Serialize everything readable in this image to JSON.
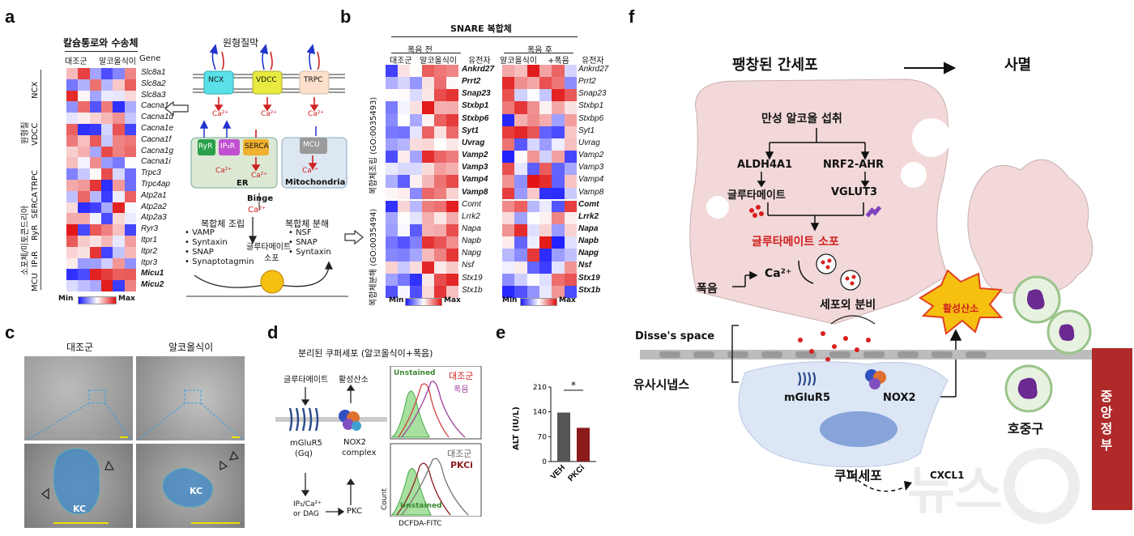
{
  "panels": {
    "a": "a",
    "b": "b",
    "c": "c",
    "d": "d",
    "e": "e",
    "f": "f"
  },
  "a": {
    "title": "칼슘통로와 수송체",
    "col_control": "대조군",
    "col_alcohol": "알코올식이",
    "col_gene": "Gene",
    "groups": [
      "NCX",
      "VDCC",
      "TRPC",
      "SERCA",
      "RyR",
      "IP₃R",
      "MCU"
    ],
    "vertical_labels": {
      "membrane": "원형질",
      "organelle": "소포체/미토콘드리아"
    },
    "genes": [
      {
        "name": "Slc8a1",
        "bold": false
      },
      {
        "name": "Slc8a2",
        "bold": false
      },
      {
        "name": "Slc8a3",
        "bold": false
      },
      {
        "name": "Cacna1a",
        "bold": false
      },
      {
        "name": "Cacna1d",
        "bold": false
      },
      {
        "name": "Cacna1e",
        "bold": false
      },
      {
        "name": "Cacna1f",
        "bold": false
      },
      {
        "name": "Cacna1g",
        "bold": false
      },
      {
        "name": "Cacna1i",
        "bold": false
      },
      {
        "name": "Trpc3",
        "bold": false
      },
      {
        "name": "Trpc4ap",
        "bold": false
      },
      {
        "name": "Atp2a1",
        "bold": false
      },
      {
        "name": "Atp2a2",
        "bold": false
      },
      {
        "name": "Atp2a3",
        "bold": false
      },
      {
        "name": "Ryr3",
        "bold": false
      },
      {
        "name": "Itpr1",
        "bold": false
      },
      {
        "name": "Itpr2",
        "bold": false
      },
      {
        "name": "Itpr3",
        "bold": false
      },
      {
        "name": "Micu1",
        "bold": true
      },
      {
        "name": "Micu2",
        "bold": true
      }
    ],
    "scale_min": "Min",
    "scale_max": "Max",
    "diagram": {
      "membrane_title": "원형질막",
      "channels": [
        "NCX",
        "VDCC",
        "TRPC"
      ],
      "ca": "Ca²⁺",
      "er_channels": [
        "RyR",
        "IP₃R",
        "SERCA"
      ],
      "er": "ER",
      "mcu": "MCU",
      "mito": "Mitochondria",
      "binge": "Binge",
      "assembly": "복합체 조립",
      "disassembly": "복합체 분해",
      "assembly_items": [
        "VAMP",
        "Syntaxin",
        "SNAP",
        "Synaptotagmin"
      ],
      "disassembly_items": [
        "NSF",
        "SNAP",
        "Syntaxin"
      ],
      "release": "글루타메이트",
      "release2": "소포"
    }
  },
  "b": {
    "title": "SNARE 복합체",
    "before": "폭음 전",
    "after": "폭음 후",
    "cols_left": [
      "대조군",
      "알코올식이",
      "유전자"
    ],
    "cols_right": [
      "알코올식이",
      "+폭음",
      "유전자"
    ],
    "side_top": "복합체조립 (GO:0035493)",
    "side_bottom": "복합체분해 (GO:0035494)",
    "genes_left": [
      {
        "name": "Ankrd27",
        "bold": true
      },
      {
        "name": "Prrt2",
        "bold": true
      },
      {
        "name": "Snap23",
        "bold": true
      },
      {
        "name": "Stxbp1",
        "bold": true
      },
      {
        "name": "Stxbp6",
        "bold": true
      },
      {
        "name": "Syt1",
        "bold": true
      },
      {
        "name": "Uvrag",
        "bold": true
      },
      {
        "name": "Vamp2",
        "bold": true
      },
      {
        "name": "Vamp3",
        "bold": true
      },
      {
        "name": "Vamp4",
        "bold": true
      },
      {
        "name": "Vamp8",
        "bold": true
      },
      {
        "name": "Comt",
        "bold": false
      },
      {
        "name": "Lrrk2",
        "bold": false
      },
      {
        "name": "Napa",
        "bold": false
      },
      {
        "name": "Napb",
        "bold": false
      },
      {
        "name": "Napg",
        "bold": false
      },
      {
        "name": "Nsf",
        "bold": false
      },
      {
        "name": "Stx19",
        "bold": false
      },
      {
        "name": "Stx1b",
        "bold": false
      }
    ],
    "genes_right": [
      {
        "name": "Ankrd27",
        "bold": false
      },
      {
        "name": "Prrt2",
        "bold": false
      },
      {
        "name": "Snap23",
        "bold": false
      },
      {
        "name": "Stxbp1",
        "bold": false
      },
      {
        "name": "Stxbp6",
        "bold": false
      },
      {
        "name": "Syt1",
        "bold": false
      },
      {
        "name": "Uvrag",
        "bold": false
      },
      {
        "name": "Vamp2",
        "bold": false
      },
      {
        "name": "Vamp3",
        "bold": false
      },
      {
        "name": "Vamp4",
        "bold": false
      },
      {
        "name": "Vamp8",
        "bold": false
      },
      {
        "name": "Comt",
        "bold": true
      },
      {
        "name": "Lrrk2",
        "bold": true
      },
      {
        "name": "Napa",
        "bold": true
      },
      {
        "name": "Napb",
        "bold": true
      },
      {
        "name": "Napg",
        "bold": true
      },
      {
        "name": "Nsf",
        "bold": true
      },
      {
        "name": "Stx19",
        "bold": true
      },
      {
        "name": "Stx1b",
        "bold": true
      }
    ],
    "scale_min": "Min",
    "scale_max": "Max"
  },
  "c": {
    "control": "대조군",
    "alcohol": "알코올식이",
    "kc": "KC"
  },
  "d": {
    "title": "분리된 쿠퍼세포 (알코올식이+폭음)",
    "glu": "글루타메이트",
    "ros": "활성산소",
    "receptor": "mGluR5",
    "gq": "(Gq)",
    "nox": "NOX2",
    "complex": "complex",
    "ip3": "IP₃/Ca²⁺",
    "dag": "or DAG",
    "pkc": "PKC",
    "unstained": "Unstained",
    "ctrl": "대조군",
    "binge": "폭음",
    "pkci": "PKCi",
    "count": "Count",
    "xaxis": "DCFDA-FITC"
  },
  "e": {
    "ylabel": "ALT (IU/L)",
    "ticks": [
      "210",
      "140",
      "70",
      "0"
    ],
    "groups": [
      "VEH",
      "PKCi"
    ],
    "sig": "*",
    "values": [
      138,
      95
    ],
    "ymax": 210
  },
  "f": {
    "hepatocyte": "팽창된 간세포",
    "death": "사멸",
    "intake": "만성 알코올 섭취",
    "aldh": "ALDH4A1",
    "nrf": "NRF2-AHR",
    "glutamate": "글루타메이트",
    "vglut": "VGLUT3",
    "vesicle": "글루타메이트 소포",
    "binge": "폭음",
    "ca": "Ca²⁺",
    "exocytosis": "세포외 분비",
    "disse": "Disse's space",
    "synapse": "유사시냅스",
    "mglur": "mGluR5",
    "nox": "NOX2",
    "ros": "활성산소",
    "cxcl": "CXCL1",
    "kupffer": "쿠퍼세포",
    "neutrophil": "호중구",
    "watermark": "뉴스1",
    "sidebar": "중앙정부"
  }
}
